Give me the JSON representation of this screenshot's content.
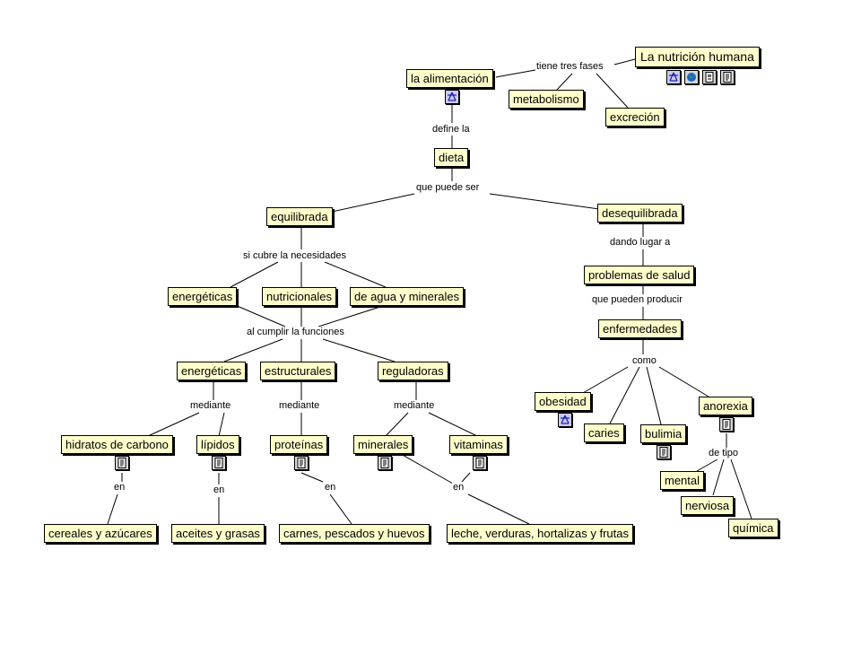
{
  "concept_map": {
    "title": "La nutrición humana",
    "concepts": {
      "alimentacion": "la alimentación",
      "metabolismo": "metabolismo",
      "excrecion": "excreción",
      "dieta": "dieta",
      "equilibrada": "equilibrada",
      "desequilibrada": "desequilibrada",
      "energeticas1": "energéticas",
      "nutricionales": "nutricionales",
      "agua_minerales": "de agua y minerales",
      "problemas_salud": "problemas de salud",
      "enfermedades": "enfermedades",
      "energeticas2": "energéticas",
      "estructurales": "estructurales",
      "reguladoras": "reguladoras",
      "obesidad": "obesidad",
      "caries": "caries",
      "bulimia": "bulimia",
      "anorexia": "anorexia",
      "hidratos": "hidratos de carbono",
      "lipidos": "lípidos",
      "proteinas": "proteínas",
      "minerales": "minerales",
      "vitaminas": "vitaminas",
      "mental": "mental",
      "nerviosa": "nerviosa",
      "quimica": "química",
      "cereales": "cereales y azúcares",
      "aceites": "aceites y grasas",
      "carnes": "carnes, pescados y huevos",
      "leche": "leche, verduras, hortalizas y frutas"
    },
    "links": {
      "tiene_tres_fases": "tiene tres fases",
      "define_la": "define la",
      "que_puede_ser": "que puede ser",
      "si_cubre": "si cubre la necesidades",
      "dando_lugar": "dando lugar a",
      "que_pueden_producir": "que pueden producir",
      "al_cumplir": "al cumplir la funciones",
      "como": "como",
      "mediante1": "mediante",
      "mediante2": "mediante",
      "mediante3": "mediante",
      "de_tipo": "de tipo",
      "en1": "en",
      "en2": "en",
      "en3": "en",
      "en4": "en"
    },
    "resource_icons": [
      "concept-map-icon",
      "web-globe-icon",
      "image-document-icon",
      "text-document-icon"
    ]
  }
}
